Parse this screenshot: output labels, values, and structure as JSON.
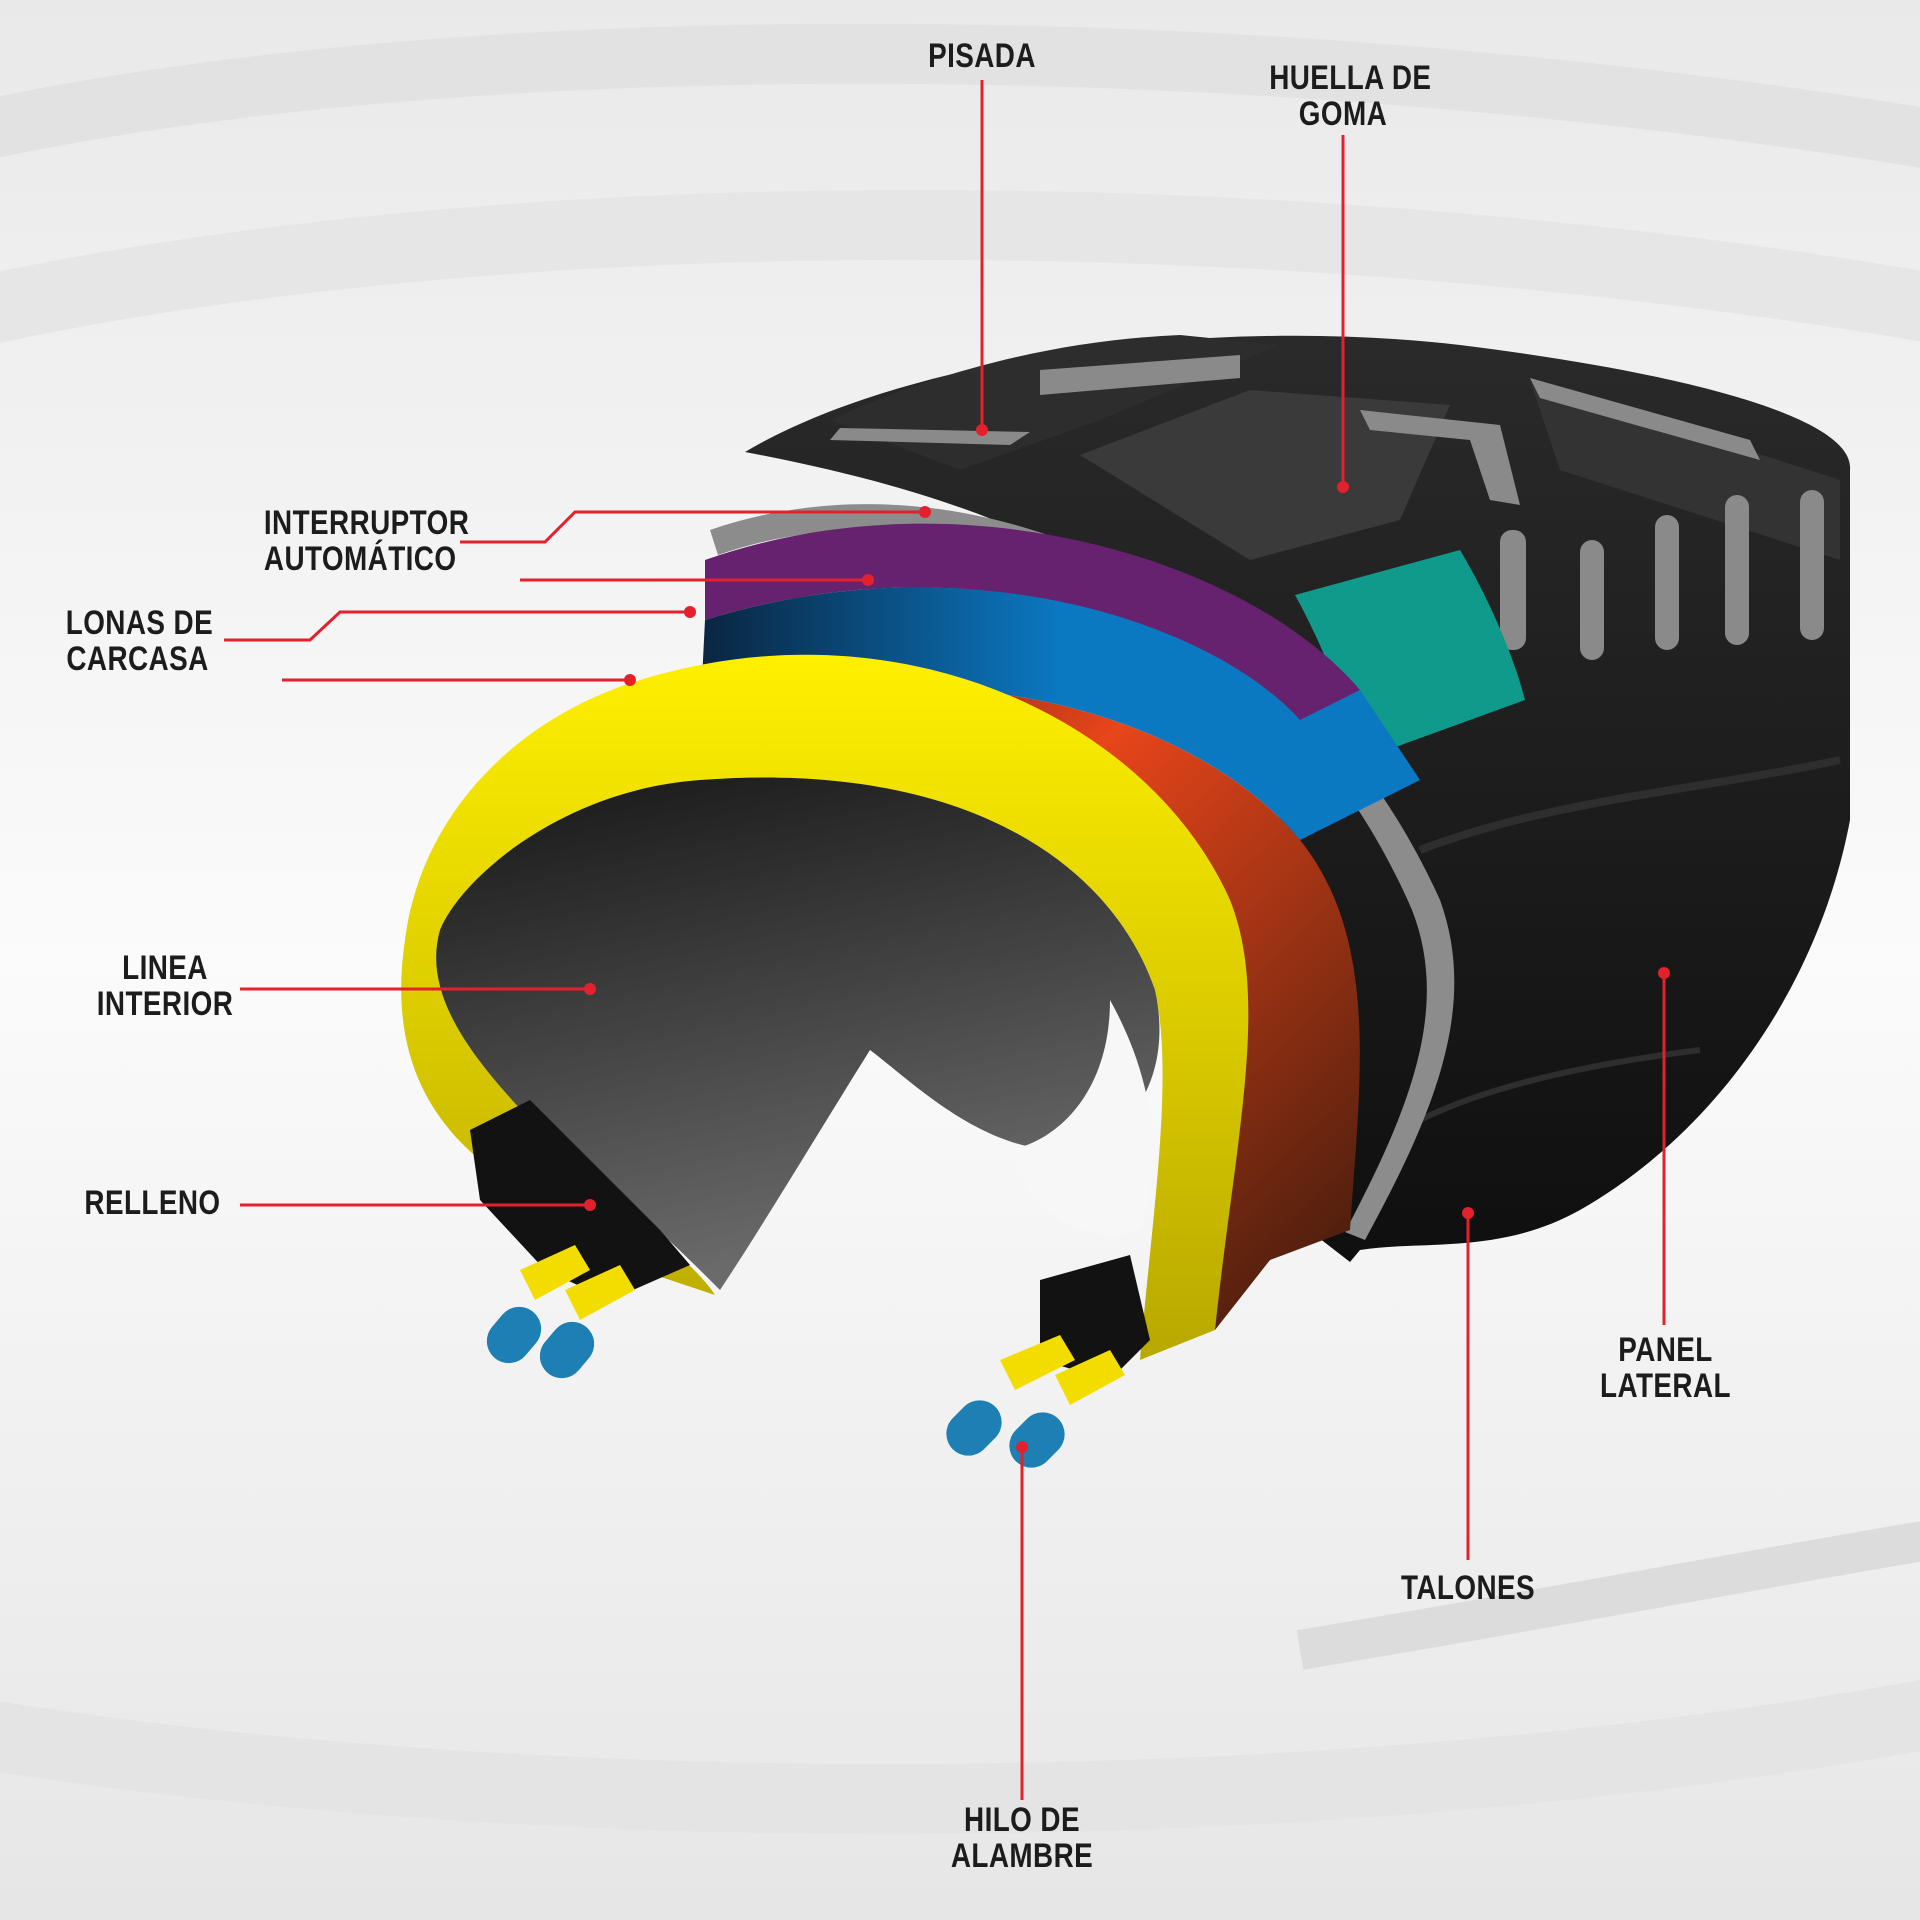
{
  "labels": {
    "pisada": {
      "lines": [
        "PISADA"
      ]
    },
    "huella": {
      "lines": [
        "HUELLA DE",
        "GOMA"
      ]
    },
    "interruptor": {
      "lines": [
        "INTERRUPTOR",
        "AUTOMÁTICO"
      ]
    },
    "lonas": {
      "lines": [
        "LONAS DE",
        "CARCASA"
      ]
    },
    "linea": {
      "lines": [
        "LINEA",
        "INTERIOR"
      ]
    },
    "relleno": {
      "lines": [
        "RELLENO"
      ]
    },
    "panel": {
      "lines": [
        "PANEL",
        "LATERAL"
      ]
    },
    "talones": {
      "lines": [
        "TALONES"
      ]
    },
    "hilo": {
      "lines": [
        "HILO DE",
        "ALAMBRE"
      ]
    }
  },
  "colors": {
    "leader_line": "#e3212d",
    "tire_rubber": "#1f1f1f",
    "tread_grooves": "#8a8a8a",
    "cap_ply": "#66226e",
    "breaker": "#0b78c2",
    "casing_ply": "#e8451a",
    "inner_liner": "#f3dd00",
    "bead_wire": "#1d7fb3",
    "tread_teal": "#109a8c"
  }
}
